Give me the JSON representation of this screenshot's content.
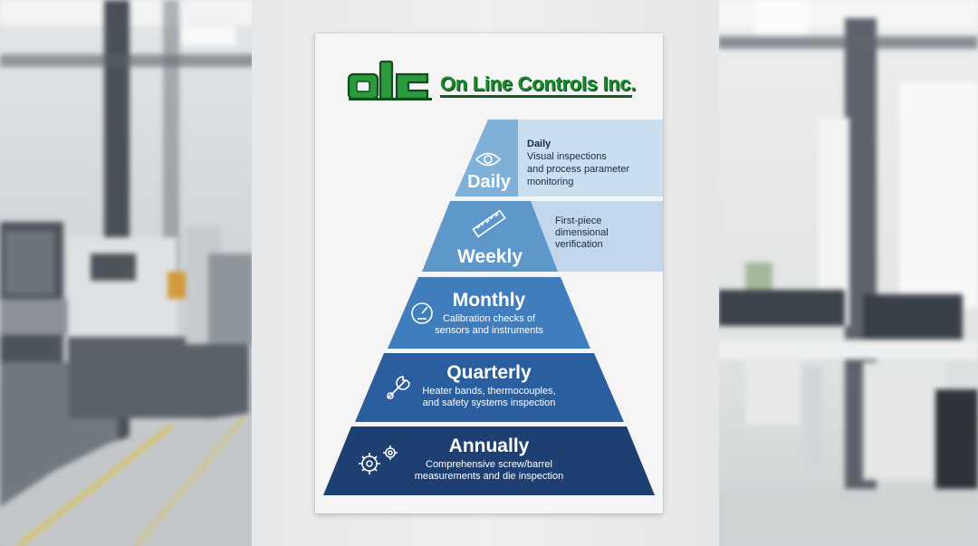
{
  "company": {
    "logo_mark": "olc",
    "name": "On Line Controls Inc."
  },
  "tiers": [
    {
      "title": "Daily",
      "icon": "eye-icon",
      "side_title": "Daily",
      "side_lines": [
        "Visual inspections",
        "and process parameter",
        "monitoring"
      ],
      "color": "#7fb0d8"
    },
    {
      "title": "Weekly",
      "icon": "ruler-icon",
      "side_lines": [
        "First-piece",
        "dimensional",
        "verification"
      ],
      "color": "#5e98cb"
    },
    {
      "title": "Monthly",
      "icon": "gauge-icon",
      "lines": [
        "Calibration checks of",
        "sensors and instruments"
      ],
      "color": "#3f7dbd"
    },
    {
      "title": "Quarterly",
      "icon": "wrench-icon",
      "lines": [
        "Heater bands, thermocouples,",
        "and safety systems inspection"
      ],
      "color": "#2a5e9e"
    },
    {
      "title": "Annually",
      "icon": "gears-icon",
      "lines": [
        "Comprehensive screw/barrel",
        "measurements and die inspection"
      ],
      "color": "#1e3f72"
    }
  ]
}
